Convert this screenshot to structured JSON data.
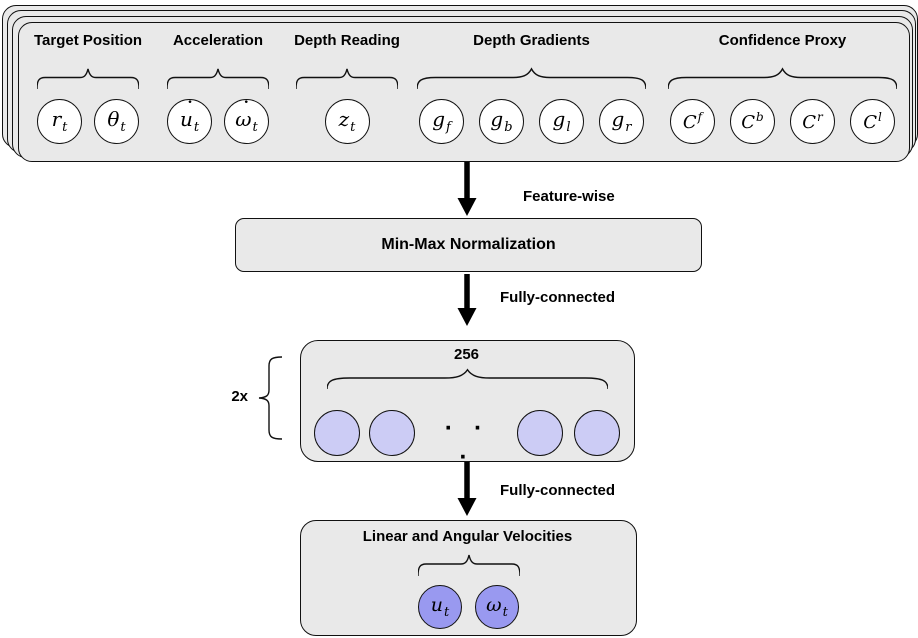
{
  "colors": {
    "card_background": "#e9e9e9",
    "border": "#111111",
    "input_circle_fill": "#ffffff",
    "hidden_circle_fill": "#ccccf5",
    "output_circle_fill": "#9999f0"
  },
  "input_card": {
    "groups": [
      {
        "label": "Target Position",
        "units": [
          {
            "main": "r",
            "sub": "t"
          },
          {
            "main": "θ",
            "sub": "t"
          }
        ]
      },
      {
        "label": "Acceleration",
        "units": [
          {
            "main": "u",
            "sub": "t",
            "dot": "˙"
          },
          {
            "main": "ω",
            "sub": "t",
            "dot": "˙"
          }
        ]
      },
      {
        "label": "Depth Reading",
        "units": [
          {
            "main": "z",
            "sub": "t"
          }
        ]
      },
      {
        "label": "Depth Gradients",
        "units": [
          {
            "main": "g",
            "sub": "f"
          },
          {
            "main": "g",
            "sub": "b"
          },
          {
            "main": "g",
            "sub": "l"
          },
          {
            "main": "g",
            "sub": "r"
          }
        ]
      },
      {
        "label": "Confidence Proxy",
        "units": [
          {
            "main": "C",
            "sup": "f"
          },
          {
            "main": "C",
            "sup": "b"
          },
          {
            "main": "C",
            "sup": "r"
          },
          {
            "main": "C",
            "sup": "l"
          }
        ]
      }
    ]
  },
  "flow": {
    "arrow1_label": "Feature-wise",
    "normalization_label": "Min-Max Normalization",
    "arrow2_label": "Fully-connected",
    "arrow3_label": "Fully-connected"
  },
  "hidden_block": {
    "size_label": "256",
    "repeat_label": "2x",
    "dots": "· · ·"
  },
  "output_block": {
    "title": "Linear and Angular Velocities",
    "units": [
      {
        "main": "u",
        "sub": "t"
      },
      {
        "main": "ω",
        "sub": "t"
      }
    ]
  }
}
